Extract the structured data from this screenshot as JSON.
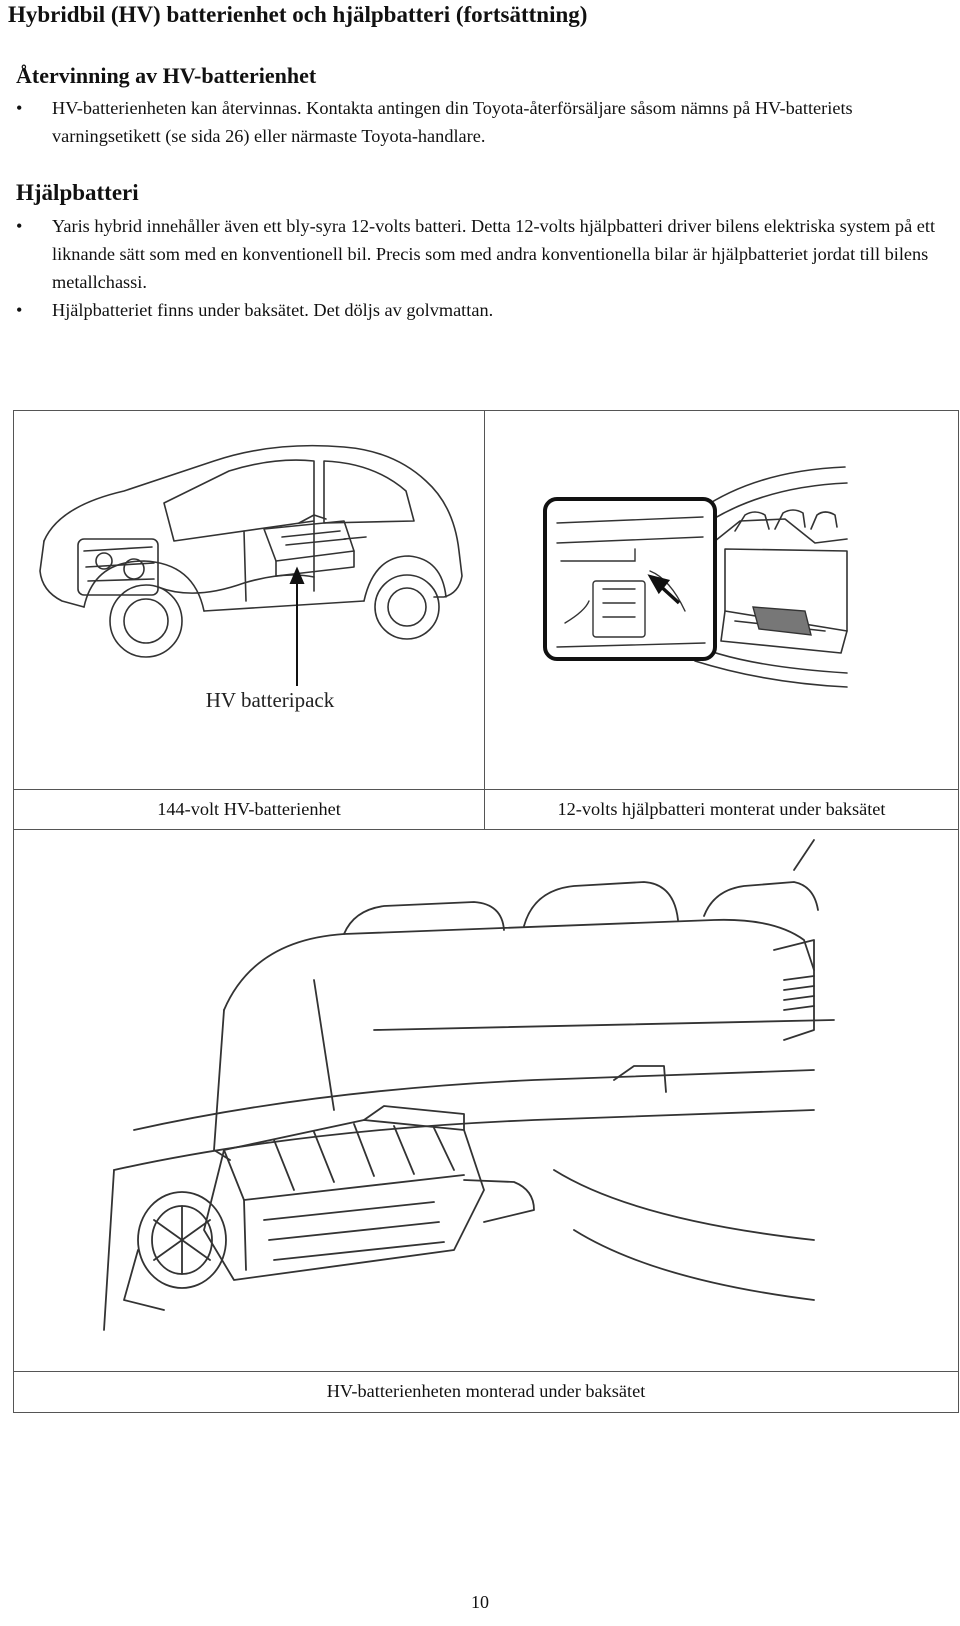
{
  "header": {
    "title": "Hybridbil (HV) batterienhet och hjälpbatteri (fortsättning)"
  },
  "recycling": {
    "heading": "Återvinning av HV-batterienhet",
    "bullets": [
      "HV-batterienheten kan återvinnas. Kontakta antingen din Toyota-återförsäljare såsom nämns på HV-batteriets varningsetikett (se sida 26) eller närmaste Toyota-handlare."
    ]
  },
  "aux_battery": {
    "heading": "Hjälpbatteri",
    "bullets": [
      "Yaris hybrid innehåller även ett bly-syra 12-volts batteri. Detta 12-volts hjälpbatteri driver bilens elektriska system på ett liknande sätt som med en konventionell bil. Precis som med andra konventionella bilar är hjälpbatteriet jordat till bilens metallchassi.",
      "Hjälpbatteriet finns under baksätet. Det döljs av golvmattan."
    ]
  },
  "figures": {
    "top_left": {
      "callout": "HV batteripack",
      "caption": "144-volt HV-batterienhet"
    },
    "top_right": {
      "caption": "12-volts hjälpbatteri monterat under baksätet"
    },
    "bottom": {
      "caption": "HV-batterienheten monterad under baksätet"
    }
  },
  "page": {
    "number": "10"
  },
  "colors": {
    "line": "#333333",
    "border": "#555555",
    "background": "#ffffff"
  }
}
